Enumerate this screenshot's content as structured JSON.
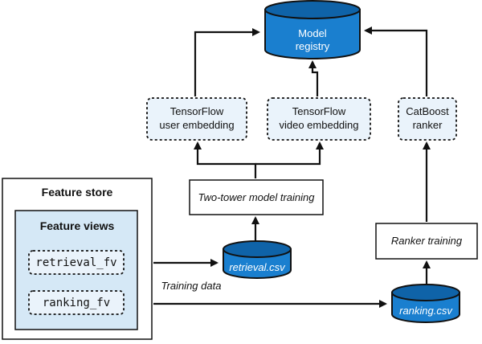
{
  "model_registry": {
    "line1": "Model",
    "line2": "registry"
  },
  "tf_user": {
    "line1": "TensorFlow",
    "line2": "user embedding"
  },
  "tf_video": {
    "line1": "TensorFlow",
    "line2": "video embedding"
  },
  "catboost": {
    "line1": "CatBoost",
    "line2": "ranker"
  },
  "two_tower": {
    "label": "Two-tower model training"
  },
  "ranker_training": {
    "label": "Ranker training"
  },
  "retrieval_csv": {
    "label": "retrieval.csv"
  },
  "ranking_csv": {
    "label": "ranking.csv"
  },
  "feature_store": {
    "title": "Feature store"
  },
  "feature_views": {
    "title": "Feature views",
    "items": [
      "retrieval_fv",
      "ranking_fv"
    ]
  },
  "training_data_label": "Training data",
  "colors": {
    "cylinder_blue": "#1a7fcf",
    "cylinder_top": "#0f63a8",
    "panel_blue": "#d5e8f6",
    "dashed_fill": "#eaf3fb",
    "stroke": "#111111"
  }
}
